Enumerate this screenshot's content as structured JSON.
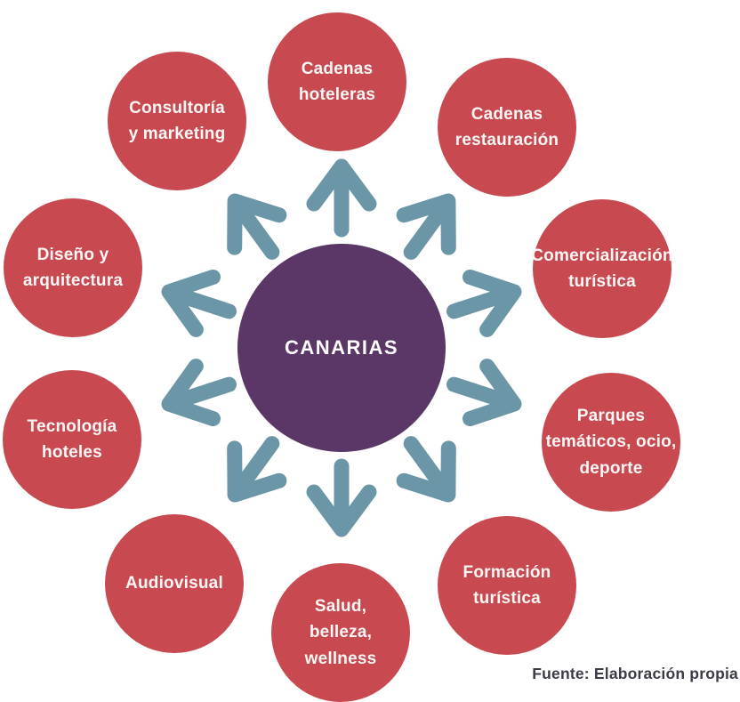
{
  "center": {
    "label": "CANARIAS"
  },
  "nodes": [
    {
      "id": "cadenas-hoteleras",
      "label": "Cadenas\nhoteleras"
    },
    {
      "id": "cadenas-restauracion",
      "label": "Cadenas\nrestauración"
    },
    {
      "id": "comercializacion-turistica",
      "label": "Comercialización\nturística"
    },
    {
      "id": "parques-tematicos",
      "label": "Parques\ntemáticos, ocio,\ndeporte"
    },
    {
      "id": "formacion-turistica",
      "label": "Formación\nturística"
    },
    {
      "id": "salud-belleza-wellness",
      "label": "Salud,\nbelleza,\nwellness"
    },
    {
      "id": "audiovisual",
      "label": "Audiovisual"
    },
    {
      "id": "tecnologia-hoteles",
      "label": "Tecnología\nhoteles"
    },
    {
      "id": "diseno-arquitectura",
      "label": "Diseño y\narquitectura"
    },
    {
      "id": "consultoria-marketing",
      "label": "Consultoría\ny marketing"
    }
  ],
  "arrows": [
    {
      "name": "arrow-up-icon"
    },
    {
      "name": "arrow-upper-right-icon"
    },
    {
      "name": "arrow-right-up-icon"
    },
    {
      "name": "arrow-right-down-icon"
    },
    {
      "name": "arrow-lower-right-icon"
    },
    {
      "name": "arrow-down-icon"
    },
    {
      "name": "arrow-lower-left-icon"
    },
    {
      "name": "arrow-left-down-icon"
    },
    {
      "name": "arrow-left-up-icon"
    },
    {
      "name": "arrow-upper-left-icon"
    }
  ],
  "source_note": "Fuente: Elaboración propia",
  "colors": {
    "node_red": "#C8494F",
    "center_purple": "#5B3767",
    "arrow_blue": "#6B96A7",
    "label_white": "#FCF7F7",
    "source_text": "#3E3B47",
    "background": "#FFFFFF"
  }
}
